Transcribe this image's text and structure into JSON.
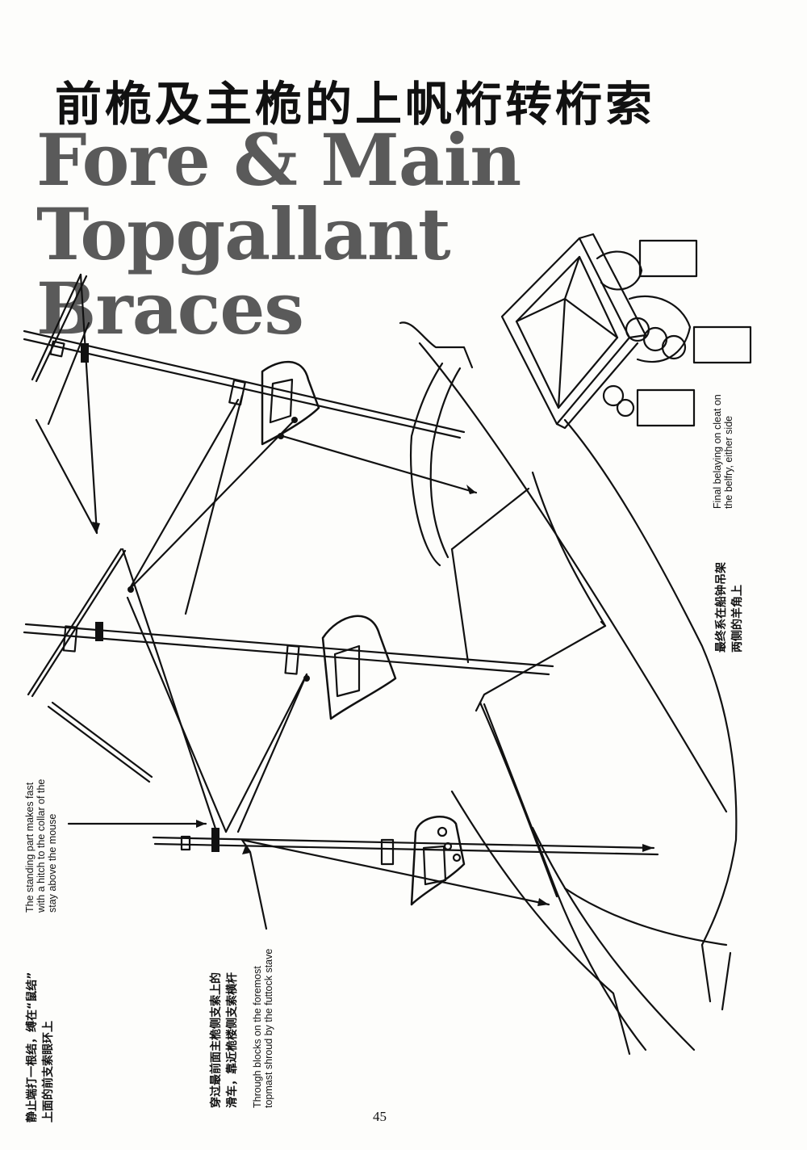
{
  "title_zh": "前桅及主桅的上帆桁转桁索",
  "title_en_line1": "Fore & Main Topgallant",
  "title_en_line2": "Braces",
  "captions": {
    "belaying_en_1": "Final belaying on cleat on",
    "belaying_en_2": "the belfry, either side",
    "belaying_zh_1": "最终系在船钟吊架",
    "belaying_zh_2": "两侧的羊角上",
    "standing_en_1": "The standing part makes fast",
    "standing_en_2": "with a hitch to the collar of the",
    "standing_en_3": "stay above the mouse",
    "standing_zh_1": "静止端打一根结，缚在“鼠结”",
    "standing_zh_2": "上面的前支索眼环上",
    "blocks_zh_1": "穿过最前面主桅侧支索上的",
    "blocks_zh_2": "滑车，靠近桅楼侧支索横杆",
    "blocks_en_1": "Through blocks on the foremost",
    "blocks_en_2": "topmast shroud by the futtock stave"
  },
  "page_number": "45",
  "colors": {
    "ink": "#111111",
    "title_grey": "#5a5a5a",
    "paper": "#fdfdfb"
  }
}
